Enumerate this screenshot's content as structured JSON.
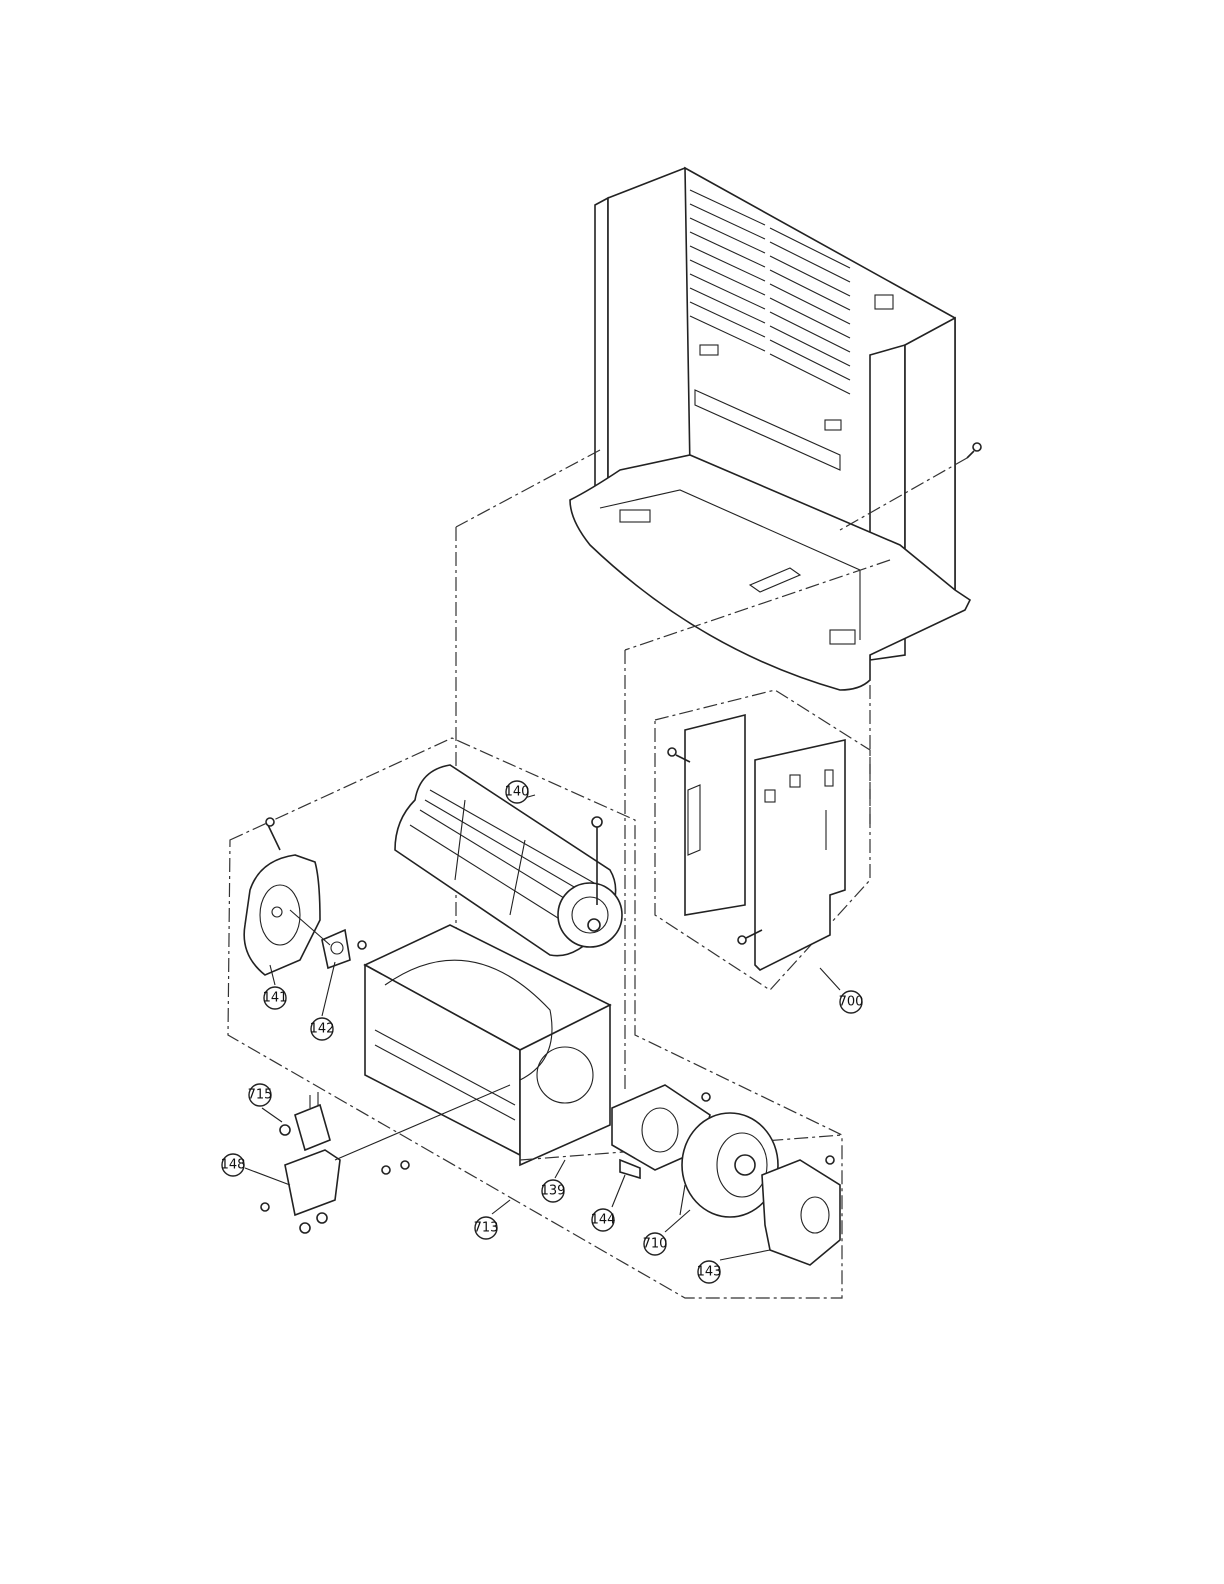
{
  "callouts": {
    "c140": "140",
    "c141": "141",
    "c142": "142",
    "c139": "139",
    "c700": "700",
    "c715": "715",
    "c148": "148",
    "c713": "713",
    "c144": "144",
    "c710": "710",
    "c143": "143"
  }
}
